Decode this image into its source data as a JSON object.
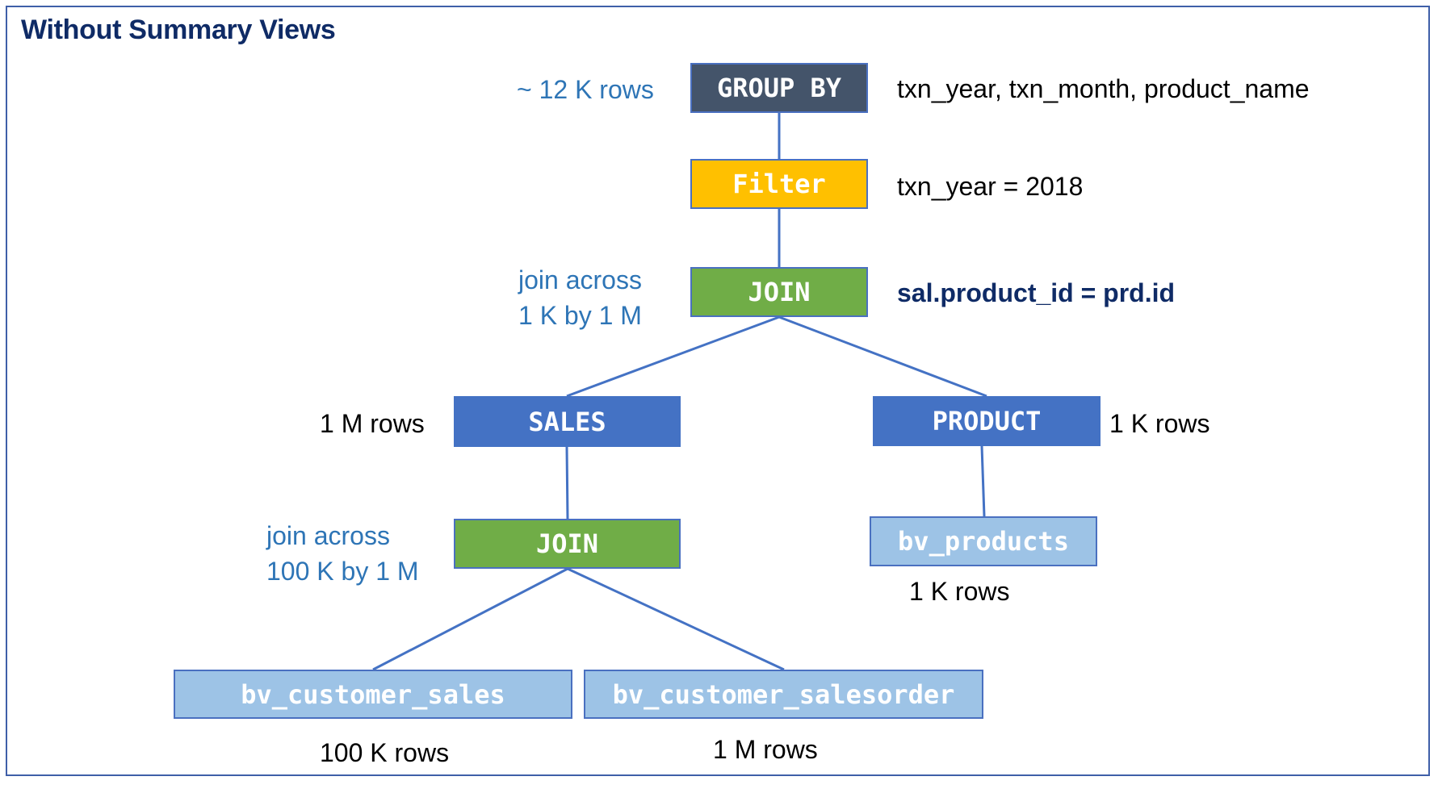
{
  "title": "Without Summary Views",
  "nodes": {
    "group_by": "GROUP BY",
    "filter": "Filter",
    "join_top": "JOIN",
    "sales": "SALES",
    "product": "PRODUCT",
    "join_bottom": "JOIN",
    "bv_products": "bv_products",
    "bv_customer_sales": "bv_customer_sales",
    "bv_customer_salesorder": "bv_customer_salesorder"
  },
  "annotations": {
    "group_by_rows": "~ 12 K rows",
    "group_by_columns": "txn_year, txn_month, product_name",
    "filter_condition": "txn_year = 2018",
    "join_top_line1": "join across",
    "join_top_line2": "1 K by 1 M",
    "join_top_condition": "sal.product_id = prd.id",
    "sales_rows": "1 M rows",
    "product_rows": "1 K rows",
    "join_bottom_line1": "join across",
    "join_bottom_line2": "100 K by 1 M",
    "bv_products_rows": "1 K rows",
    "bv_customer_sales_rows": "100 K rows",
    "bv_customer_salesorder_rows": "1 M rows"
  },
  "colors": {
    "group_by": "#44546a",
    "filter": "#ffc000",
    "join": "#70ad47",
    "table": "#4472c4",
    "base_view": "#9dc3e6",
    "annotation_blue": "#2e75b6",
    "title": "#0f2b66",
    "edge": "#4472c4"
  }
}
